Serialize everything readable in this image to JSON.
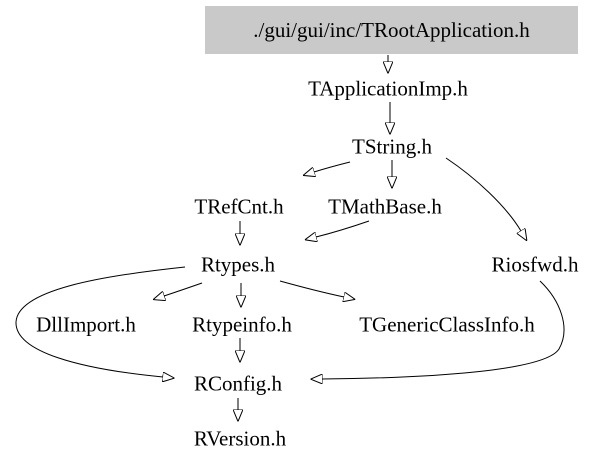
{
  "diagram": {
    "type": "include-dependency-graph",
    "colors": {
      "background": "#ffffff",
      "text": "#000000",
      "edge": "#000000",
      "highlight_bg": "#c9c9c9"
    },
    "nodes": [
      {
        "id": "root",
        "label": "./gui/gui/inc/TRootApplication.h",
        "highlighted": true
      },
      {
        "id": "TApplicationImp",
        "label": "TApplicationImp.h"
      },
      {
        "id": "TString",
        "label": "TString.h"
      },
      {
        "id": "TRefCnt",
        "label": "TRefCnt.h"
      },
      {
        "id": "TMathBase",
        "label": "TMathBase.h"
      },
      {
        "id": "Riosfwd",
        "label": "Riosfwd.h"
      },
      {
        "id": "Rtypes",
        "label": "Rtypes.h"
      },
      {
        "id": "DllImport",
        "label": "DllImport.h"
      },
      {
        "id": "Rtypeinfo",
        "label": "Rtypeinfo.h"
      },
      {
        "id": "TGenericClassInfo",
        "label": "TGenericClassInfo.h"
      },
      {
        "id": "RConfig",
        "label": "RConfig.h"
      },
      {
        "id": "RVersion",
        "label": "RVersion.h"
      }
    ],
    "edges": [
      {
        "from": "root",
        "to": "TApplicationImp"
      },
      {
        "from": "TApplicationImp",
        "to": "TString"
      },
      {
        "from": "TString",
        "to": "TRefCnt"
      },
      {
        "from": "TString",
        "to": "TMathBase"
      },
      {
        "from": "TString",
        "to": "Riosfwd"
      },
      {
        "from": "TRefCnt",
        "to": "Rtypes"
      },
      {
        "from": "TMathBase",
        "to": "Rtypes"
      },
      {
        "from": "Rtypes",
        "to": "DllImport"
      },
      {
        "from": "Rtypes",
        "to": "Rtypeinfo"
      },
      {
        "from": "Rtypes",
        "to": "TGenericClassInfo"
      },
      {
        "from": "Rtypes",
        "to": "RConfig"
      },
      {
        "from": "Rtypeinfo",
        "to": "RConfig"
      },
      {
        "from": "Riosfwd",
        "to": "RConfig"
      },
      {
        "from": "RConfig",
        "to": "RVersion"
      }
    ]
  }
}
